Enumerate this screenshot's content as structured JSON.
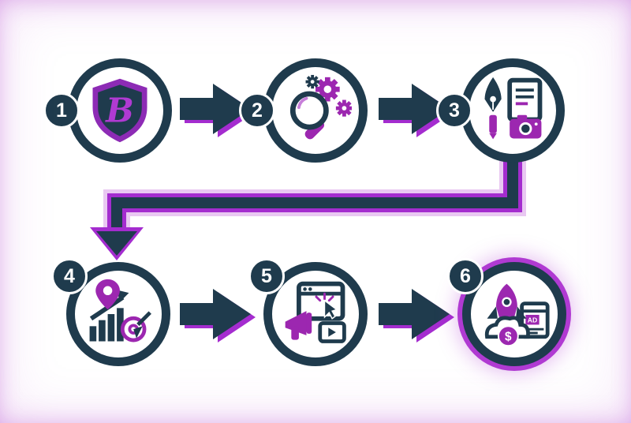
{
  "title": "six-step-process-flow-diagram",
  "colors": {
    "dark": "#1f3b4d",
    "purple": "#9c27b0",
    "purple_bright": "#b03ad2",
    "background": "#ffffff"
  },
  "icon_text": {
    "brand_letter": "B",
    "ad_label": "AD",
    "coin_symbol": "$"
  },
  "steps": [
    {
      "number": "1",
      "icon": "shield-brand-logo-icon"
    },
    {
      "number": "2",
      "icon": "magnifier-gears-research-icon"
    },
    {
      "number": "3",
      "icon": "pen-document-camera-content-icon"
    },
    {
      "number": "4",
      "icon": "chart-pin-target-analytics-icon"
    },
    {
      "number": "5",
      "icon": "browser-megaphone-video-promotion-icon"
    },
    {
      "number": "6",
      "icon": "rocket-coin-ad-launch-icon"
    }
  ],
  "connectors": [
    {
      "from": "1",
      "to": "2",
      "type": "arrow-right"
    },
    {
      "from": "2",
      "to": "3",
      "type": "arrow-right"
    },
    {
      "from": "3",
      "to": "4",
      "type": "elbow-down-left-down"
    },
    {
      "from": "4",
      "to": "5",
      "type": "arrow-right"
    },
    {
      "from": "5",
      "to": "6",
      "type": "arrow-right"
    }
  ]
}
